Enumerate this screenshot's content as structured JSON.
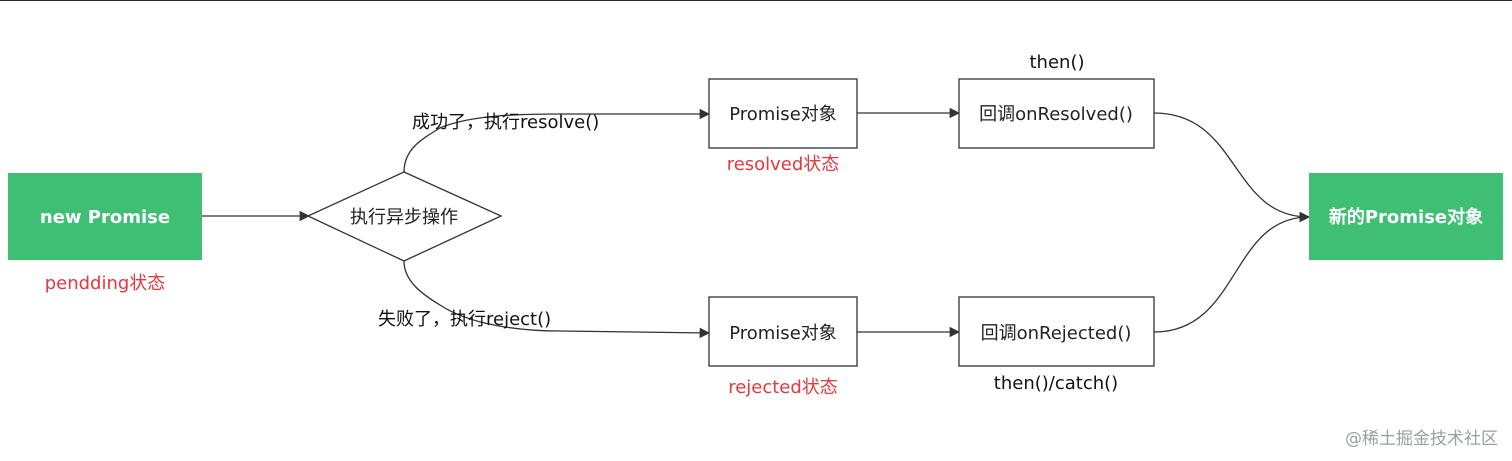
{
  "nodes": {
    "start": {
      "label": "new Promise",
      "state": "pendding状态"
    },
    "decision": {
      "label": "执行异步操作"
    },
    "resolved_promise": {
      "label": "Promise对象",
      "state": "resolved状态"
    },
    "rejected_promise": {
      "label": "Promise对象",
      "state": "rejected状态"
    },
    "on_resolved": {
      "label": "回调onResolved()",
      "note": "then()"
    },
    "on_rejected": {
      "label": "回调onRejected()",
      "note": "then()/catch()"
    },
    "result": {
      "label": "新的Promise对象"
    }
  },
  "edges": {
    "success": "成功了，执行resolve()",
    "failure": "失败了，执行reject()"
  },
  "colors": {
    "green_fill": "#3fbf74",
    "state_red": "#e5383b",
    "stroke": "#333333"
  },
  "watermark": "@稀土掘金技术社区"
}
